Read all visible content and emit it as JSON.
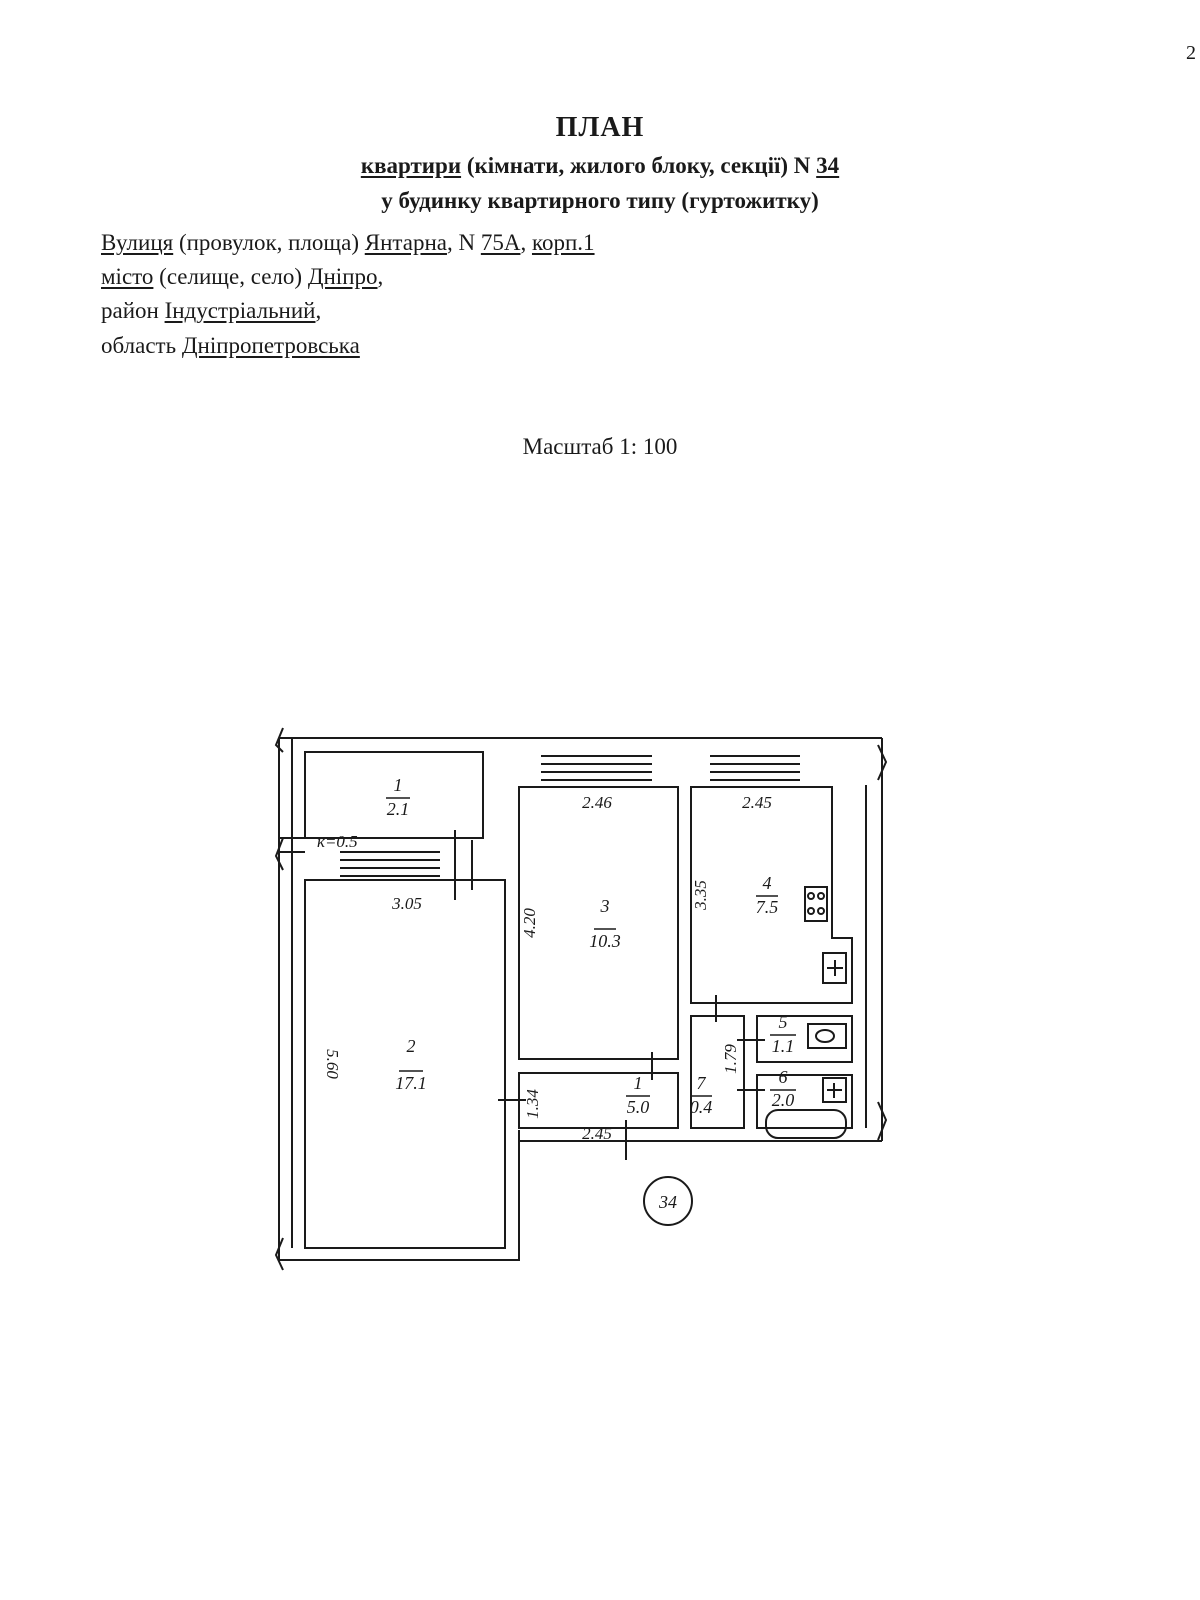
{
  "page_number": "2",
  "header": {
    "title": "ПЛАН",
    "line1": {
      "underlined_word": "квартири",
      "text": " (кімнати, жилого блоку, секції) N ",
      "number": "34"
    },
    "line2": "у будинку квартирного типу (гуртожитку)"
  },
  "address": {
    "street_label": "Вулиця",
    "street_prefix": " (провулок, площа) ",
    "street_name": "Янтарна",
    "house_prefix": ", N ",
    "house": "75А",
    "building_sep": ", ",
    "building": "корп.1",
    "city_label": "місто",
    "city_prefix": " (селище, село) ",
    "city": "Дніпро",
    "city_suffix": ",",
    "district_label": "район  ",
    "district": "Індустріальний",
    "district_suffix": ",",
    "region_label": "область  ",
    "region": "Дніпропетровська"
  },
  "scale": "Масштаб 1: 100",
  "plan": {
    "apartment_number": "34",
    "coefficient": "к=0.5",
    "rooms": [
      {
        "number": "1",
        "area": "2.1"
      },
      {
        "number": "2",
        "area": "17.1"
      },
      {
        "number": "3",
        "area": "10.3"
      },
      {
        "number": "4",
        "area": "7.5"
      },
      {
        "number": "5",
        "area": "1.1"
      },
      {
        "number": "6",
        "area": "2.0"
      },
      {
        "number": "1",
        "area": "5.0"
      },
      {
        "number": "7",
        "area": "0.4"
      }
    ],
    "dimensions": {
      "room2_width": "3.05",
      "room2_length": "5.60",
      "room3_width": "2.46",
      "room3_length": "4.20",
      "room4_width": "2.45",
      "room4_length": "3.35",
      "hall_width": "2.45",
      "hall_length": "1.34",
      "bath_length": "1.79"
    }
  }
}
